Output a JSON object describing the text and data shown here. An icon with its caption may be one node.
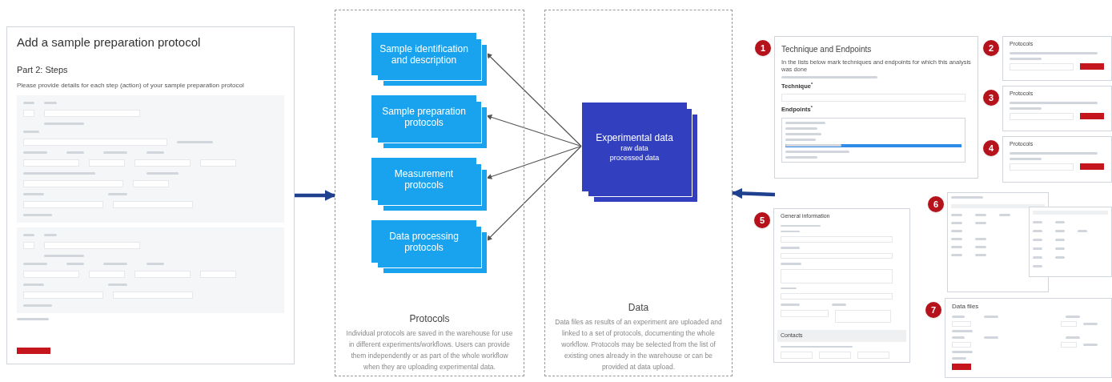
{
  "diagram": {
    "nodes": [
      {
        "text": [
          "Add a sample preparation protocol",
          "Part 2: Steps",
          "Please provide details for each step (action) of your sample preparation protocol"
        ]
      },
      {
        "text": [
          "Protocols",
          "Individual protocols are saved in the warehouse for use in different experiments/workflows. Users can provide them independently or as part of the whole workflow when they are uploading experimental data."
        ]
      },
      {
        "text": [
          "Sample identification and description"
        ],
        "in": 1
      },
      {
        "text": [
          "Sample preparation protocols"
        ],
        "in": 1
      },
      {
        "text": [
          "Measurement protocols"
        ],
        "in": 1
      },
      {
        "text": [
          "Data processing protocols"
        ],
        "in": 1
      },
      {
        "text": [
          "Data",
          "Data files as results of an experiment are uploaded and linked to a set of protocols, documenting the whole workflow. Protocols may be selected from the list of existing ones already in the warehouse or can be provided at data upload."
        ]
      },
      {
        "text": [
          "Experimental data",
          "raw data",
          "processed data"
        ],
        "in": 6
      },
      {
        "text": [
          "Technique and Endpoints",
          "In the lists below mark techniques and endpoints for which this analysis was done",
          "Technique$^{*}$",
          "Endpoints$^{*}$"
        ],
        "beside": [
          "1"
        ]
      },
      {
        "text": [
          "Protocols"
        ],
        "beside": [
          "2"
        ]
      },
      {
        "text": [
          "Protocols"
        ],
        "beside": [
          "3"
        ]
      },
      {
        "text": [
          "Protocols"
        ],
        "beside": [
          "4"
        ]
      },
      {
        "text": [
          "General information",
          "Contacts"
        ],
        "beside": [
          "5"
        ]
      },
      {
        "text": [],
        "shape": "box",
        "beside": [
          "6"
        ]
      },
      {
        "text": [
          "Data files"
        ],
        "beside": [
          "7"
        ]
      }
    ],
    "edges": [
      {
        "from": 0,
        "to": 1,
        "arrow": "to",
        "style": "thick",
        "color": "#1f3f8f"
      },
      {
        "from": null,
        "to": 6,
        "arrow": "to",
        "style": "thick",
        "color": "#1f3f8f"
      },
      {
        "from": 7,
        "to": 2,
        "arrow": "to"
      },
      {
        "from": 7,
        "to": 3,
        "arrow": "to"
      },
      {
        "from": 7,
        "to": 4,
        "arrow": "to"
      },
      {
        "from": 7,
        "to": 5,
        "arrow": "to"
      }
    ]
  }
}
